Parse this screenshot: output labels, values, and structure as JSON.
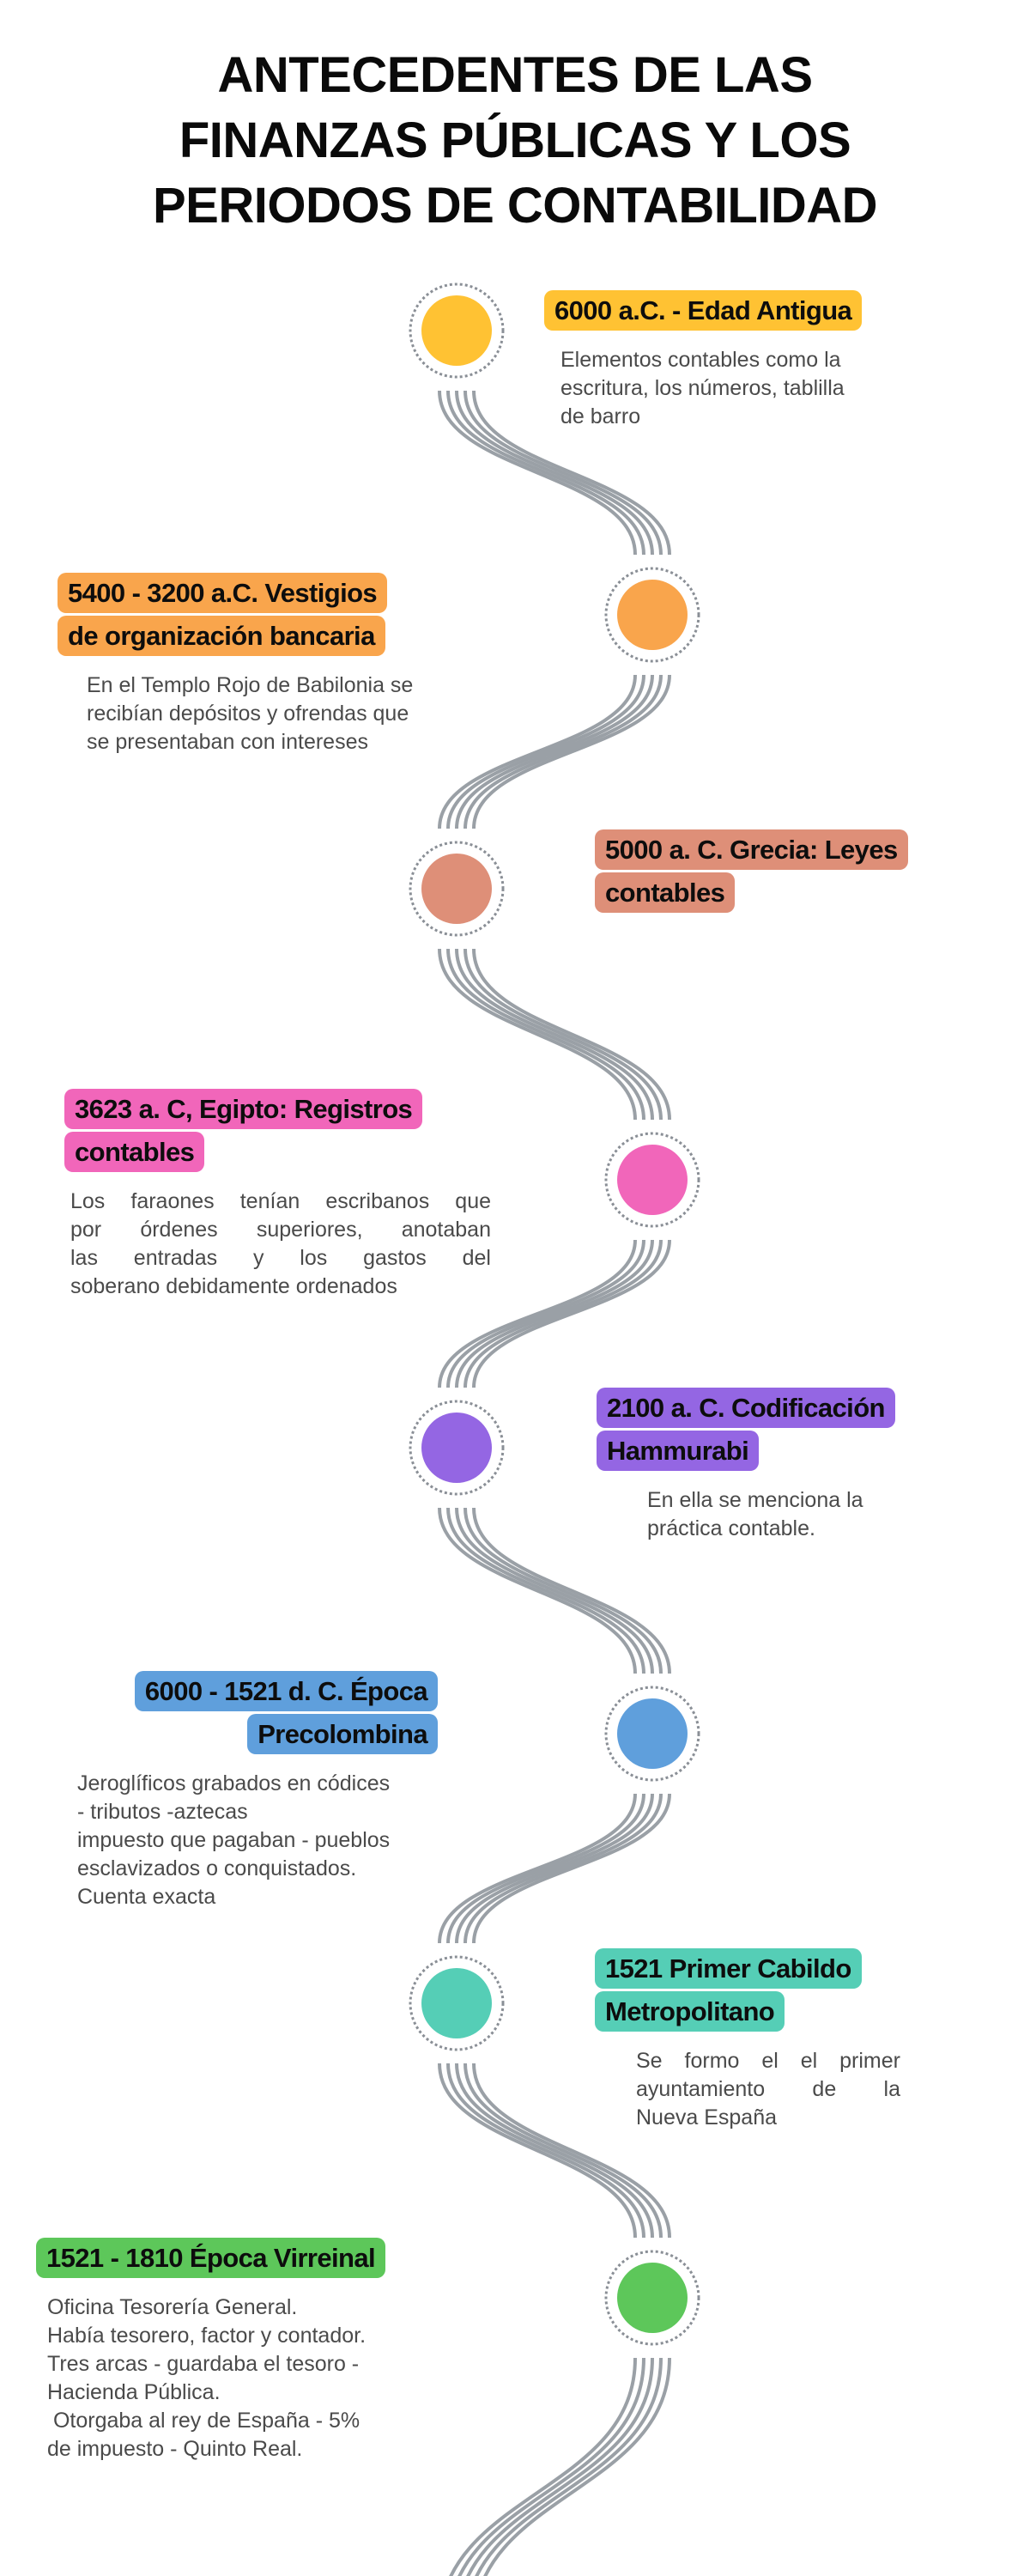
{
  "title_lines": [
    "ANTECEDENTES DE LAS",
    "FINANZAS PÚBLICAS Y LOS",
    "PERIODOS DE CONTABILIDAD"
  ],
  "track_color": "#9AA0A6",
  "events": [
    {
      "color": "#FFC233",
      "title_lines": [
        "6000 a.C. - Edad Antigua"
      ],
      "desc_lines": [
        "Elementos contables como la",
        "escritura, los números, tablilla",
        "de barro"
      ]
    },
    {
      "color": "#F9A54C",
      "title_lines": [
        "5400 - 3200 a.C. Vestigios",
        "de organización bancaria"
      ],
      "desc_lines": [
        "En el Templo Rojo de Babilonia se",
        "recibían depósitos y ofrendas que",
        "se presentaban con intereses"
      ]
    },
    {
      "color": "#DE8F78",
      "title_lines": [
        "5000 a. C. Grecia: Leyes",
        "contables"
      ],
      "desc_lines": []
    },
    {
      "color": "#F166BA",
      "title_lines": [
        "3623 a. C, Egipto: Registros",
        "contables"
      ],
      "desc_lines": [
        "Los faraones tenían escribanos que",
        "por órdenes superiores, anotaban",
        "las entradas y los gastos del",
        "soberano debidamente ordenados"
      ]
    },
    {
      "color": "#9466E3",
      "title_lines": [
        "2100 a. C. Codificación",
        "Hammurabi"
      ],
      "desc_lines": [
        "En ella se menciona la",
        "práctica contable."
      ]
    },
    {
      "color": "#5F9FDC",
      "title_lines": [
        "6000 - 1521  d. C. Época",
        "Precolombina"
      ],
      "desc_lines": [
        "Jeroglíficos grabados en códices",
        "- tributos -aztecas",
        "impuesto que pagaban - pueblos",
        "esclavizados o conquistados.",
        "Cuenta exacta"
      ]
    },
    {
      "color": "#55CEB6",
      "title_lines": [
        "1521 Primer Cabildo",
        "Metropolitano"
      ],
      "desc_lines": [
        "Se formo el el primer",
        "ayuntamiento de la",
        "Nueva España"
      ]
    },
    {
      "color": "#5DC75A",
      "title_lines": [
        "1521 - 1810 Época Virreinal"
      ],
      "desc_lines": [
        "Oficina Tesorería General.",
        "Había tesorero, factor y contador.",
        "Tres arcas - guardaba el tesoro -",
        "Hacienda Pública.",
        " Otorgaba al rey de España - 5%",
        "de impuesto - Quinto Real."
      ]
    }
  ]
}
